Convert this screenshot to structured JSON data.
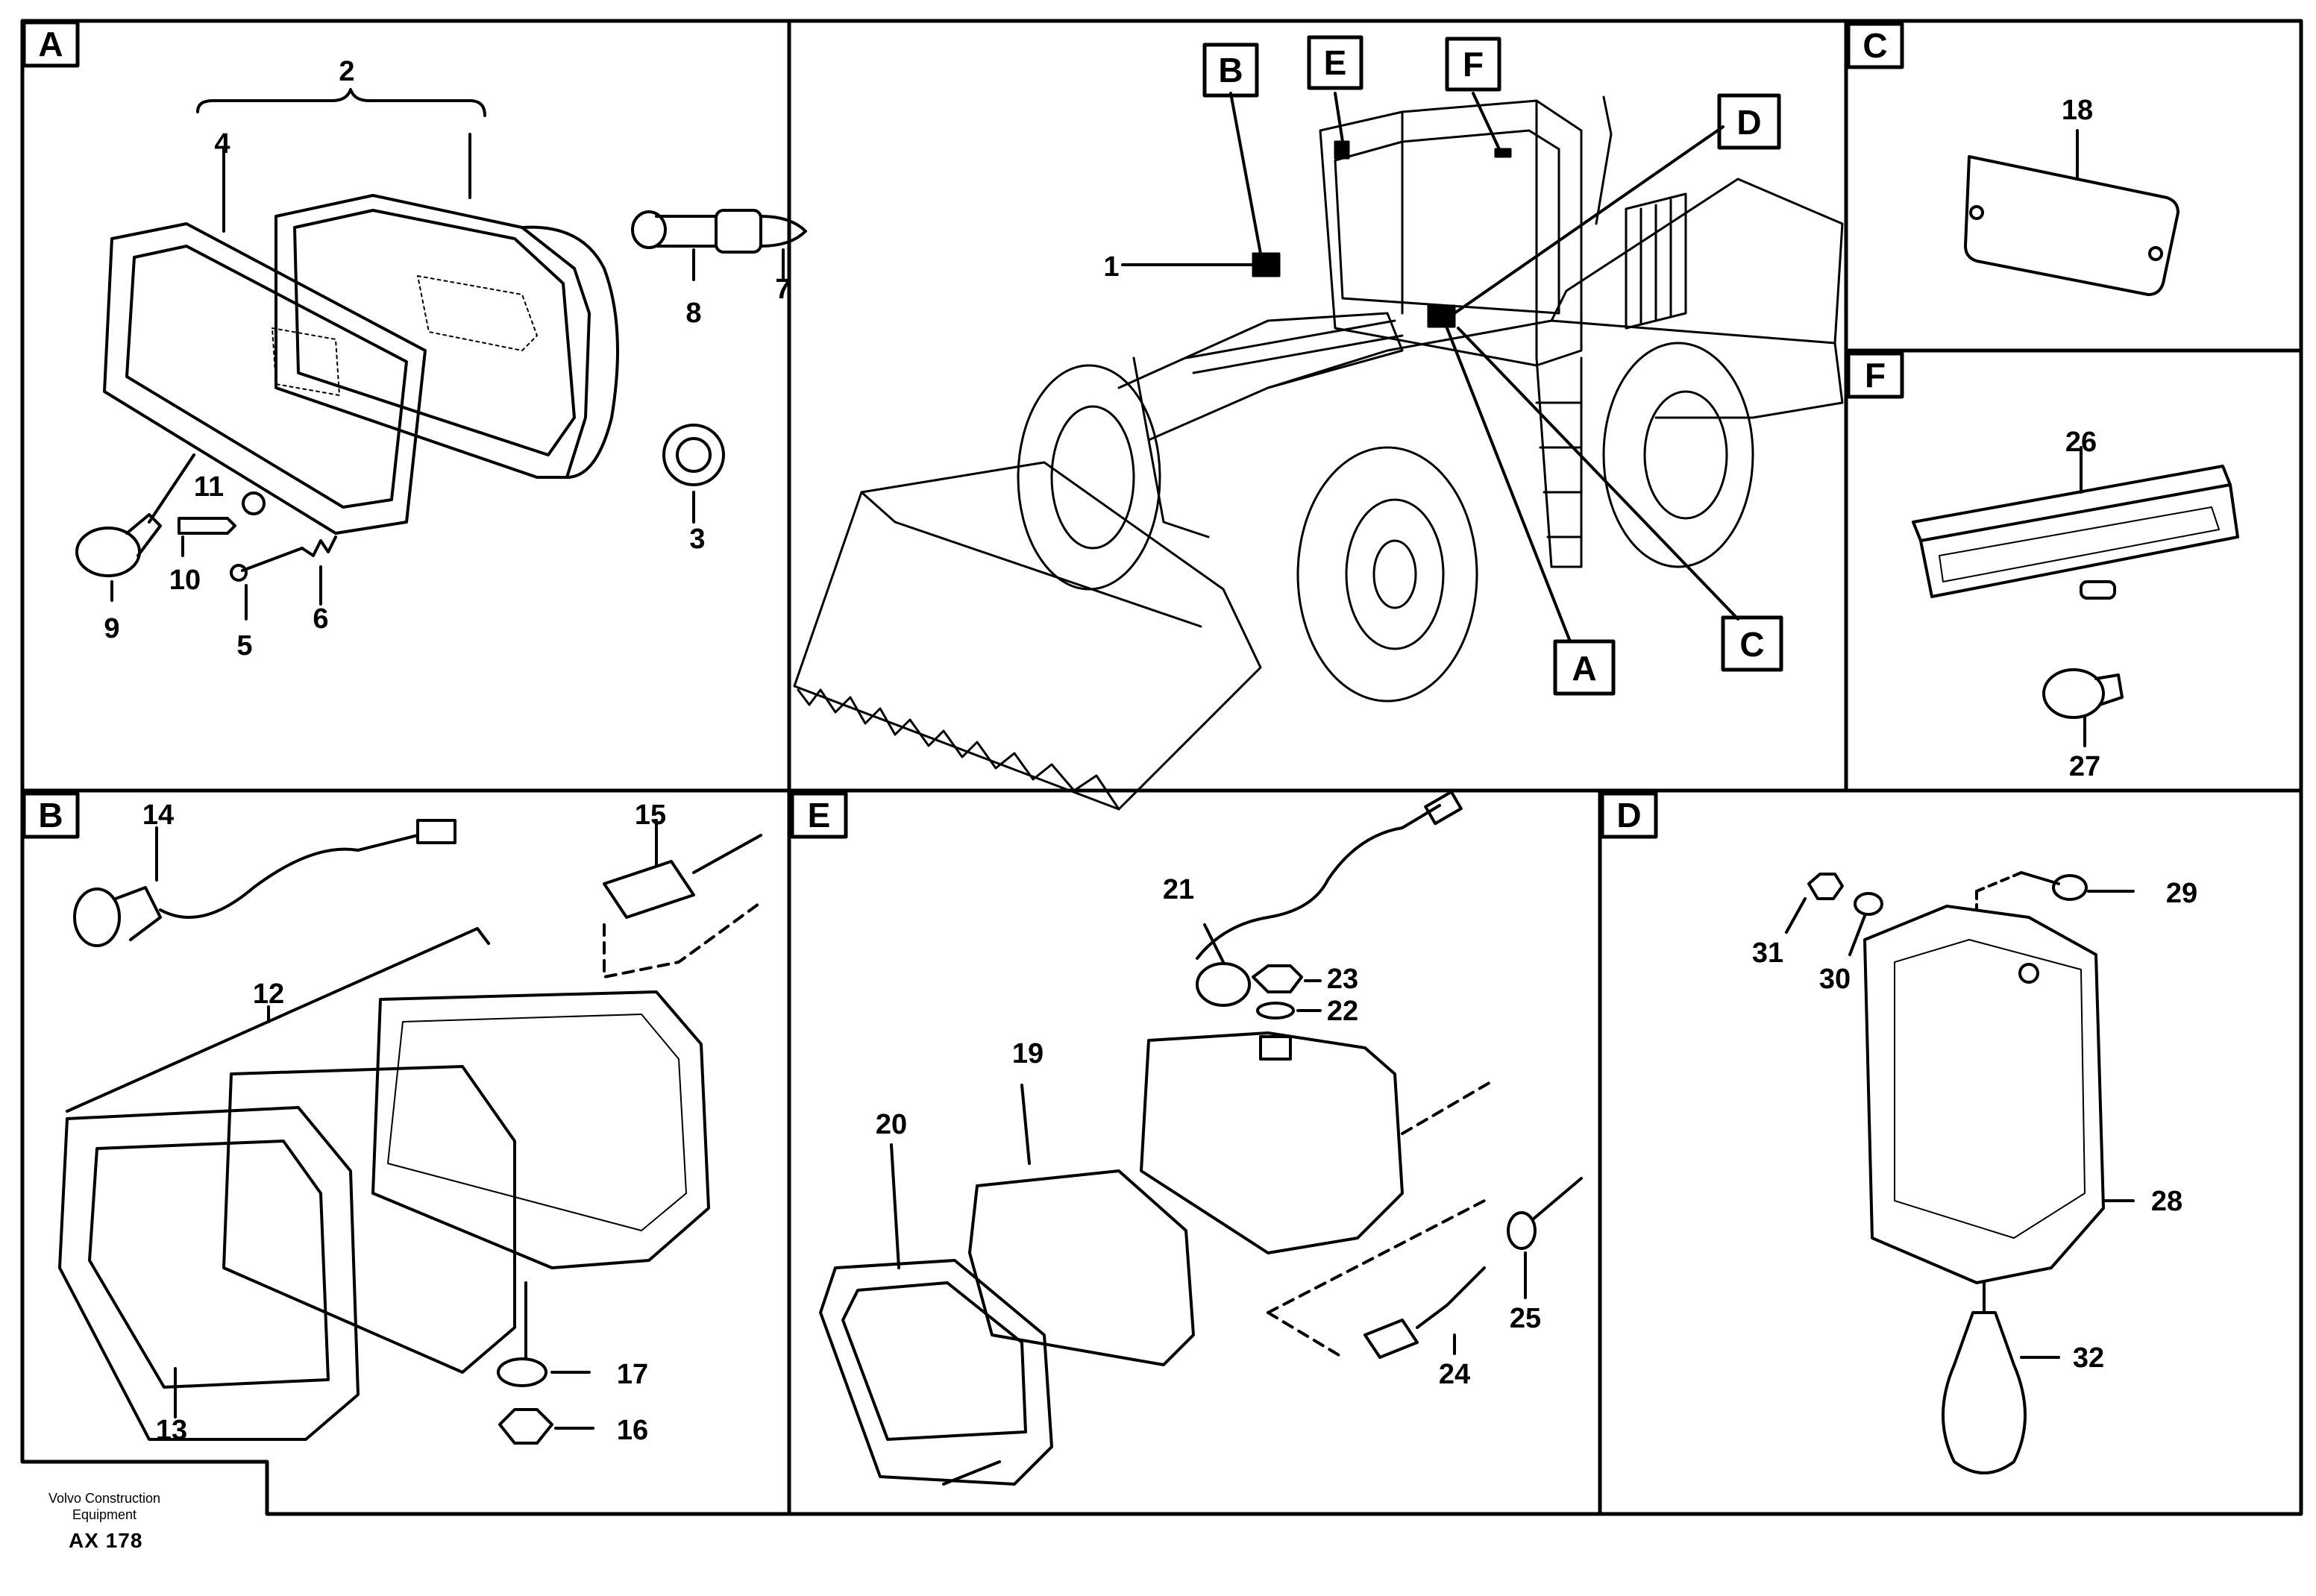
{
  "panels": {
    "A": "A",
    "B": "B",
    "C": "C",
    "D": "D",
    "E": "E",
    "F": "F"
  },
  "overview": {
    "callouts": [
      "B",
      "E",
      "F",
      "D",
      "A",
      "C"
    ]
  },
  "parts": {
    "p1": "1",
    "p2": "2",
    "p3": "3",
    "p4": "4",
    "p5": "5",
    "p6": "6",
    "p7": "7",
    "p8": "8",
    "p9": "9",
    "p10": "10",
    "p11": "11",
    "p12": "12",
    "p13": "13",
    "p14": "14",
    "p15": "15",
    "p16": "16",
    "p17": "17",
    "p18": "18",
    "p19": "19",
    "p20": "20",
    "p21": "21",
    "p22": "22",
    "p23": "23",
    "p24": "24",
    "p25": "25",
    "p26": "26",
    "p27": "27",
    "p28": "28",
    "p29": "29",
    "p30": "30",
    "p31": "31",
    "p32": "32"
  },
  "footer": {
    "company_line1": "Volvo Construction",
    "company_line2": "Equipment",
    "code": "AX 178"
  }
}
